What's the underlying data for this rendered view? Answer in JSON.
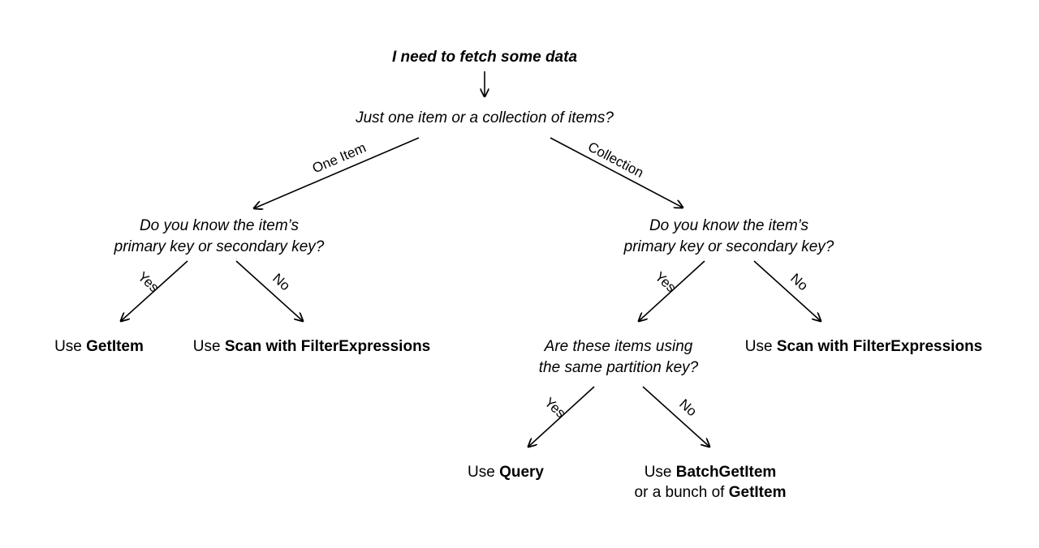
{
  "diagram": {
    "title": "I need to fetch some data",
    "type": "decision-tree",
    "background_color": "#ffffff",
    "line_color": "#000000",
    "text_color": "#000000"
  },
  "nodes": {
    "root": {
      "text": "I need to fetch some data"
    },
    "q_root": {
      "line1": "Just one item or a collection of items?"
    },
    "q_left": {
      "line1": "Do you know the item’s",
      "line2": "primary key or secondary key?"
    },
    "q_right": {
      "line1": "Do you know the item’s",
      "line2": "primary key or secondary key?"
    },
    "q_partition": {
      "line1": "Are these items using",
      "line2": "the same partition key?"
    },
    "leaf_getitem": {
      "prefix": "Use ",
      "bold": "GetItem"
    },
    "leaf_scan_left": {
      "prefix": "Use ",
      "bold": "Scan with FilterExpressions"
    },
    "leaf_scan_right": {
      "prefix": "Use ",
      "bold": "Scan with FilterExpressions"
    },
    "leaf_query": {
      "prefix": "Use ",
      "bold": "Query"
    },
    "leaf_batch": {
      "line1_prefix": "Use ",
      "line1_bold": "BatchGetItem",
      "line2_prefix": "or a bunch of ",
      "line2_bold": "GetItem"
    }
  },
  "edges": {
    "root_to_q": {
      "label": ""
    },
    "q_root_left": {
      "label": "One Item"
    },
    "q_root_right": {
      "label": "Collection"
    },
    "q_left_yes": {
      "label": "Yes"
    },
    "q_left_no": {
      "label": "No"
    },
    "q_right_yes": {
      "label": "Yes"
    },
    "q_right_no": {
      "label": "No"
    },
    "q_partition_yes": {
      "label": "Yes"
    },
    "q_partition_no": {
      "label": "No"
    }
  }
}
